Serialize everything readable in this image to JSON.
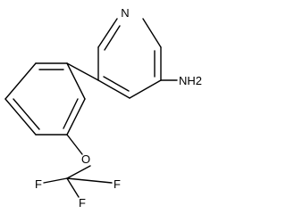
{
  "atoms": {
    "pyridine_n": "N",
    "amine": "NH2",
    "ether_o": "O",
    "fluorine_left": "F",
    "fluorine_right": "F",
    "fluorine_bottom": "F"
  }
}
